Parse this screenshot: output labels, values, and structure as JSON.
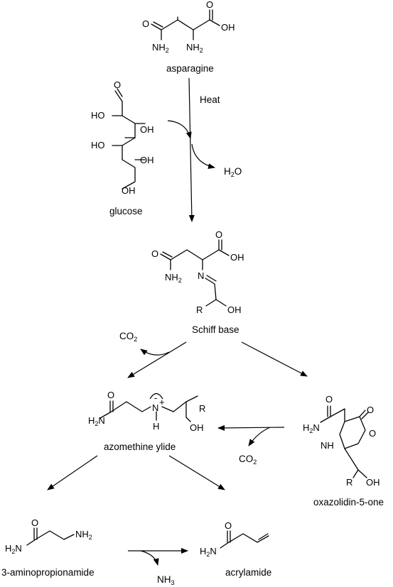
{
  "compounds": {
    "asparagine": "asparagine",
    "glucose": "glucose",
    "schiff_base": "Schiff base",
    "azomethine_ylide": "azomethine ylide",
    "oxazolidinone": "oxazolidin-5-one",
    "aminopropionamide": "3-aminopropionamide",
    "acrylamide": "acrylamide"
  },
  "conditions": {
    "heat": "Heat"
  },
  "atoms": {
    "O": "O",
    "OH": "OH",
    "HO": "HO",
    "NH": "NH",
    "N": "N",
    "H": "H",
    "H2N": "H",
    "R": "R",
    "NH2_main": "NH",
    "two": "2",
    "plus": "+",
    "minus": "-"
  },
  "byproducts": {
    "water": {
      "main": "H",
      "sub": "2",
      "tail": "O"
    },
    "co2": {
      "main": "CO",
      "sub": "2"
    },
    "ammonia": {
      "main": "NH",
      "sub": "3"
    }
  }
}
